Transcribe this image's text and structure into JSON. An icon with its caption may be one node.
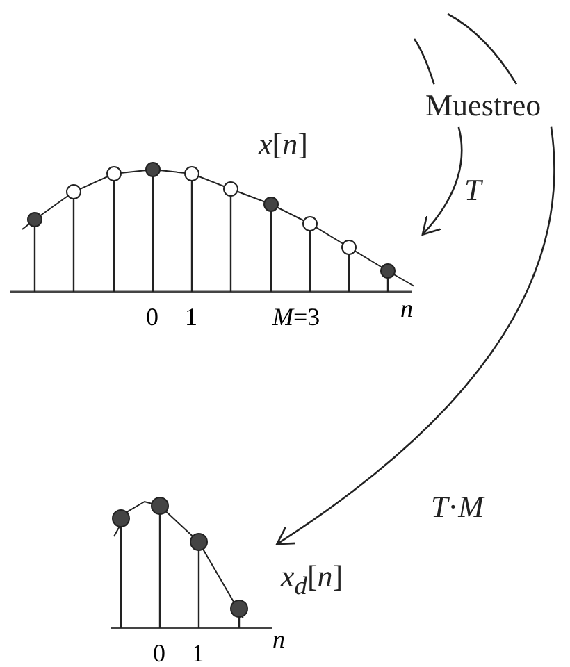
{
  "diagram": {
    "nodes": [
      {
        "text": [
          "Muestreo"
        ]
      },
      {
        "text": [],
        "shape": "picture",
        "beside": [
          "*x*[*n*]"
        ]
      },
      {
        "text": [],
        "shape": "picture",
        "beside": [
          "*x*$_{d}$[*n*]"
        ]
      }
    ],
    "edges": [
      {
        "from": null,
        "to": 0,
        "arrow": "none"
      },
      {
        "from": null,
        "to": 0,
        "arrow": "none"
      },
      {
        "from": 0,
        "to": 1,
        "arrow": "to",
        "label": "*T*"
      },
      {
        "from": 0,
        "to": 2,
        "arrow": "to",
        "label": "*T*·*M*"
      }
    ],
    "labels": [
      "0",
      "1",
      "*M*=3",
      "*n*",
      "0",
      "1",
      "*n*"
    ]
  }
}
